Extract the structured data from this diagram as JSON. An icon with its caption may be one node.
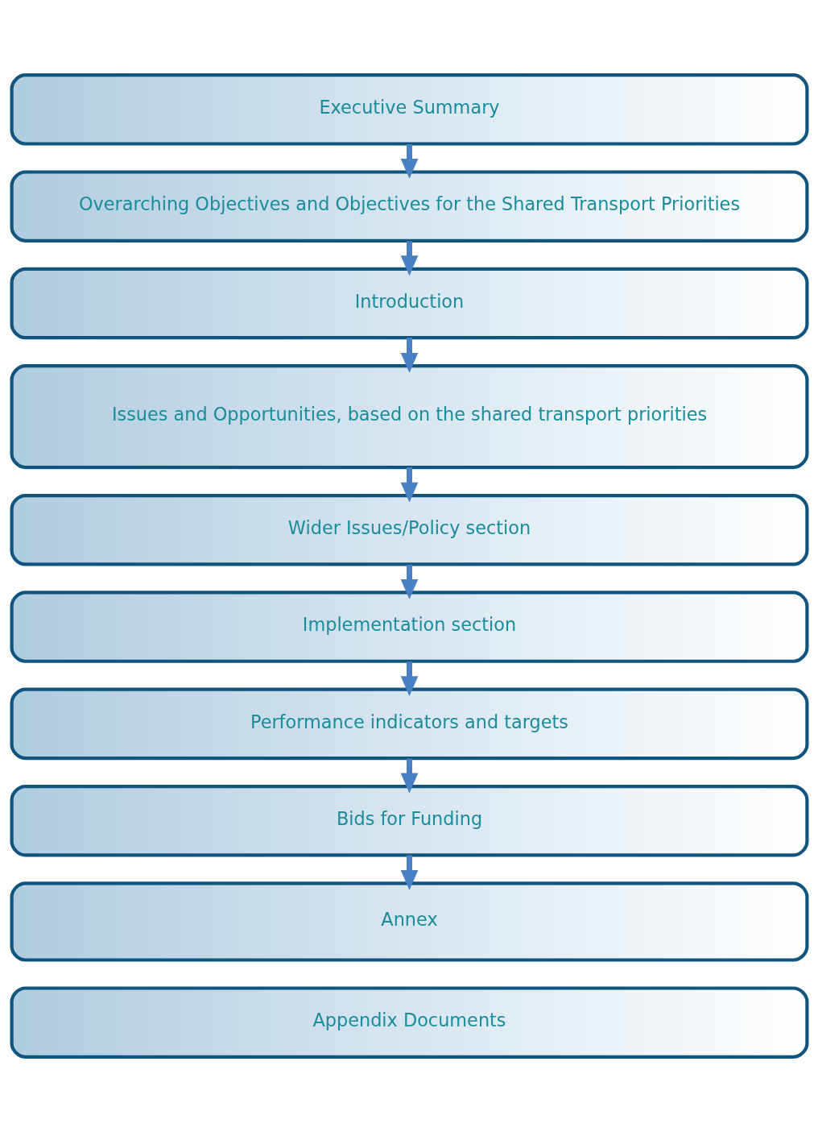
{
  "diagram": {
    "nodes": [
      {
        "text": [
          "Executive Summary"
        ]
      },
      {
        "text": [
          "Overarching Objectives and Objectives for the Shared Transport Priorities"
        ]
      },
      {
        "text": [
          "Introduction"
        ]
      },
      {
        "text": [
          "Issues and Opportunities, based on the shared transport priorities"
        ]
      },
      {
        "text": [
          "Wider Issues/Policy section"
        ]
      },
      {
        "text": [
          "Implementation section"
        ]
      },
      {
        "text": [
          "Performance indicators and targets"
        ]
      },
      {
        "text": [
          "Bids for Funding"
        ]
      },
      {
        "text": [
          "Annex"
        ]
      },
      {
        "text": [
          "Appendix Documents"
        ]
      }
    ],
    "edges": [
      {
        "from": 0,
        "to": 1,
        "arrow": "to"
      },
      {
        "from": 1,
        "to": 2,
        "arrow": "to"
      },
      {
        "from": 2,
        "to": 3,
        "arrow": "to"
      },
      {
        "from": 3,
        "to": 4,
        "arrow": "to"
      },
      {
        "from": 4,
        "to": 5,
        "arrow": "to"
      },
      {
        "from": 5,
        "to": 6,
        "arrow": "to"
      },
      {
        "from": 6,
        "to": 7,
        "arrow": "to"
      },
      {
        "from": 7,
        "to": 8,
        "arrow": "to"
      }
    ]
  }
}
